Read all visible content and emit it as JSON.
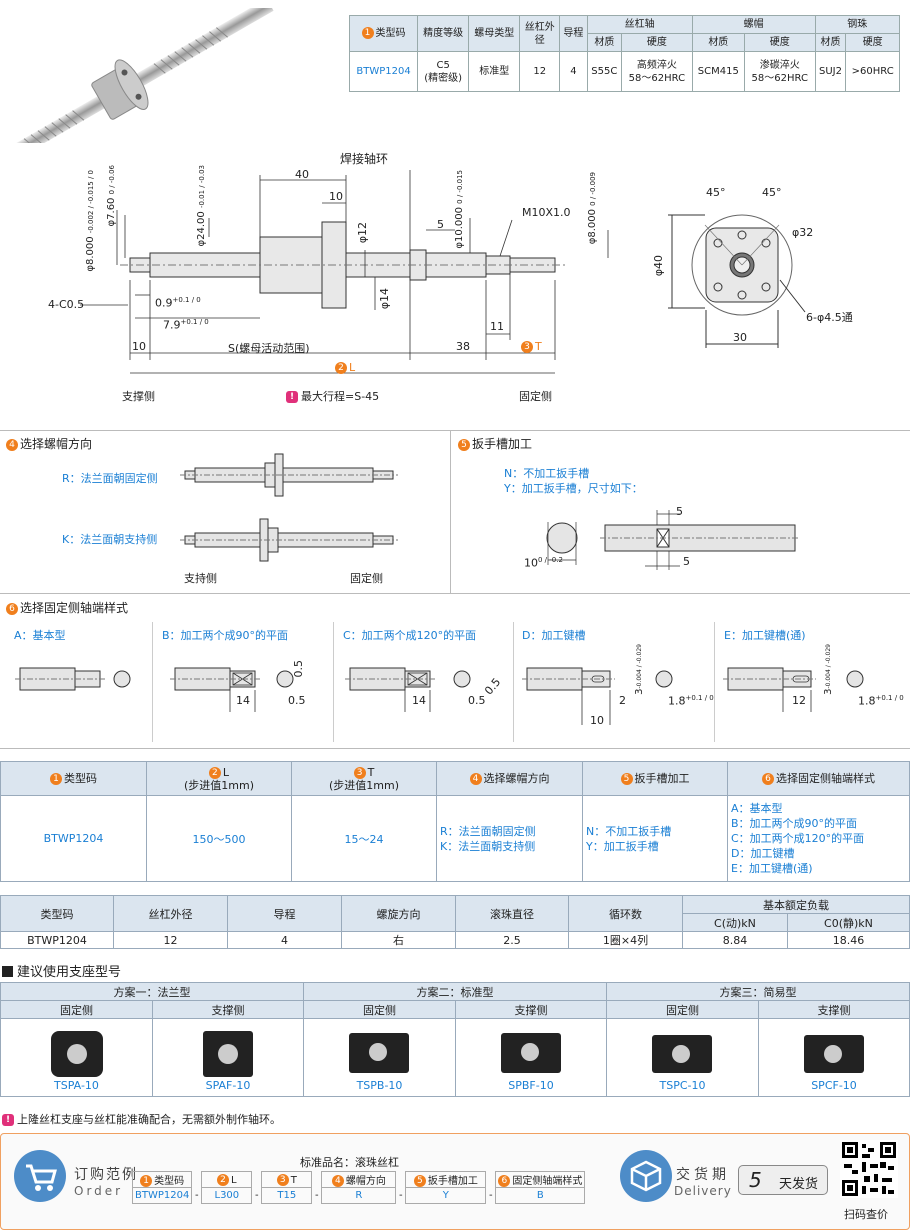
{
  "spec_table": {
    "headers": {
      "type_code": "类型码",
      "accuracy": "精度等级",
      "nut_type": "螺母类型",
      "screw_od": "丝杠外径",
      "lead": "导程",
      "screw_shaft": "丝杠轴",
      "nut": "螺帽",
      "ball": "钢珠",
      "material": "材质",
      "hardness": "硬度"
    },
    "row": {
      "type_code": "BTWP1204",
      "accuracy": "C5\n(精密级)",
      "accuracy_l1": "C5",
      "accuracy_l2": "(精密级)",
      "nut_type": "标准型",
      "screw_od": "12",
      "lead": "4",
      "shaft_material": "S55C",
      "shaft_hardness_l1": "高频淬火",
      "shaft_hardness_l2": "58～62HRC",
      "nut_material": "SCM415",
      "nut_hardness_l1": "渗碳淬火",
      "nut_hardness_l2": "58～62HRC",
      "ball_material": "SUJ2",
      "ball_hardness": ">60HRC"
    }
  },
  "drawing": {
    "weld_collar": "焊接轴环",
    "d40": "40",
    "d10a": "10",
    "d5": "5",
    "thread": "M10X1.0",
    "dia8_left": "φ8.000",
    "dia8_left_tol": "-0.002 / -0.015 / 0",
    "dia7_6": "φ7.60",
    "dia7_6_tol": "0 / -0.06",
    "dia24": "φ24.00",
    "dia24_tol": "-0.01 / -0.03",
    "dia12": "φ12",
    "dia14": "φ14",
    "dia10": "φ10.000",
    "dia10_tol": "0 / -0.015",
    "dia8_right": "φ8.000",
    "dia8_right_tol": "0 / -0.009",
    "chamfer": "4-C0.5",
    "d0_9": "0.9",
    "d7_9": "7.9",
    "tol_plus": "+0.1 / 0",
    "d10b": "10",
    "d11": "11",
    "s_range": "S(螺母活动范围)",
    "d38": "38",
    "l_label": "L",
    "t_label": "T",
    "support_side": "支撑侧",
    "fixed_side": "固定侧",
    "max_stroke": "最大行程=S-45",
    "angle1": "45°",
    "angle2": "45°",
    "dia32": "φ32",
    "dia40": "φ40",
    "d30": "30",
    "holes": "6-φ4.5通"
  },
  "section4": {
    "title": "选择螺帽方向",
    "r_label": "R：法兰面朝固定侧",
    "k_label": "K：法兰面朝支持侧",
    "support_side": "支持侧",
    "fixed_side": "固定侧"
  },
  "section5": {
    "title": "扳手槽加工",
    "n_label": "N：不加工扳手槽",
    "y_label": "Y：加工扳手槽，尺寸如下：",
    "d5a": "5",
    "d5b": "5",
    "d10": "10",
    "d10_tol": "0 / -0.2"
  },
  "section6": {
    "title": "选择固定侧轴端样式",
    "a": "A：基本型",
    "b": "B：加工两个成90°的平面",
    "c": "C：加工两个成120°的平面",
    "d": "D：加工键槽",
    "e": "E：加工键槽(通)",
    "b_14": "14",
    "b_05a": "0.5",
    "b_05b": "0.5",
    "c_14": "14",
    "c_05a": "0.5",
    "c_05b": "0.5",
    "d_2": "2",
    "d_10": "10",
    "d_3": "3",
    "d_3tol": "-0.004 / -0.029",
    "d_18": "1.8",
    "d_18tol": "+0.1 / 0",
    "e_12": "12",
    "e_3": "3",
    "e_3tol": "-0.004 / -0.029",
    "e_18": "1.8",
    "e_18tol": "+0.1 / 0"
  },
  "selection_table": {
    "h1": "类型码",
    "h2": "L",
    "h2_sub": "(步进值1mm)",
    "h3": "T",
    "h3_sub": "(步进值1mm)",
    "h4": "选择螺帽方向",
    "h5": "扳手槽加工",
    "h6": "选择固定侧轴端样式",
    "v1": "BTWP1204",
    "v2": "150～500",
    "v3": "15～24",
    "v4_r": "R：法兰面朝固定侧",
    "v4_k": "K：法兰面朝支持侧",
    "v5_n": "N：不加工扳手槽",
    "v5_y": "Y：加工扳手槽",
    "v6_a": "A：基本型",
    "v6_b": "B：加工两个成90°的平面",
    "v6_c": "C：加工两个成120°的平面",
    "v6_d": "D：加工键槽",
    "v6_e": "E：加工键槽(通)"
  },
  "load_table": {
    "h_type": "类型码",
    "h_od": "丝杠外径",
    "h_lead": "导程",
    "h_dir": "螺旋方向",
    "h_ball": "滚珠直径",
    "h_circ": "循环数",
    "h_load": "基本额定负载",
    "h_dyn": "C(动)kN",
    "h_stat": "C0(静)kN",
    "type": "BTWP1204",
    "od": "12",
    "lead": "4",
    "dir": "右",
    "ball": "2.5",
    "circ": "1圈×4列",
    "dyn": "8.84",
    "stat": "18.46"
  },
  "support": {
    "title": "建议使用支座型号",
    "plan1": "方案一：法兰型",
    "plan2": "方案二：标准型",
    "plan3": "方案三：简易型",
    "fixed": "固定侧",
    "supp": "支撑侧",
    "m1": "TSPA-10",
    "m2": "SPAF-10",
    "m3": "TSPB-10",
    "m4": "SPBF-10",
    "m5": "TSPC-10",
    "m6": "SPCF-10",
    "note": "上隆丝杠支座与丝杠能准确配合，无需额外制作轴环。"
  },
  "order": {
    "range_cn": "订购范例",
    "range_en": "Order",
    "std_name": "标准品名：滚珠丝杠",
    "h1": "类型码",
    "h2": "L",
    "h3": "T",
    "h4": "螺帽方向",
    "h5": "扳手槽加工",
    "h6": "固定侧轴端样式",
    "v1": "BTWP1204",
    "v2": "L300",
    "v3": "T15",
    "v4": "R",
    "v5": "Y",
    "v6": "B",
    "delivery_cn": "交货期",
    "delivery_en": "Delivery",
    "days": "5",
    "days_unit": "天发货",
    "scan": "扫码查价"
  },
  "icons": {
    "num1": "1",
    "num2": "2",
    "num3": "3",
    "num4": "4",
    "num5": "5",
    "num6": "6",
    "warn": "!"
  },
  "colors": {
    "accent": "#f07f1d",
    "blue": "#1a7fd4",
    "header_bg": "#dbe5ef",
    "warn": "#e0307a"
  }
}
